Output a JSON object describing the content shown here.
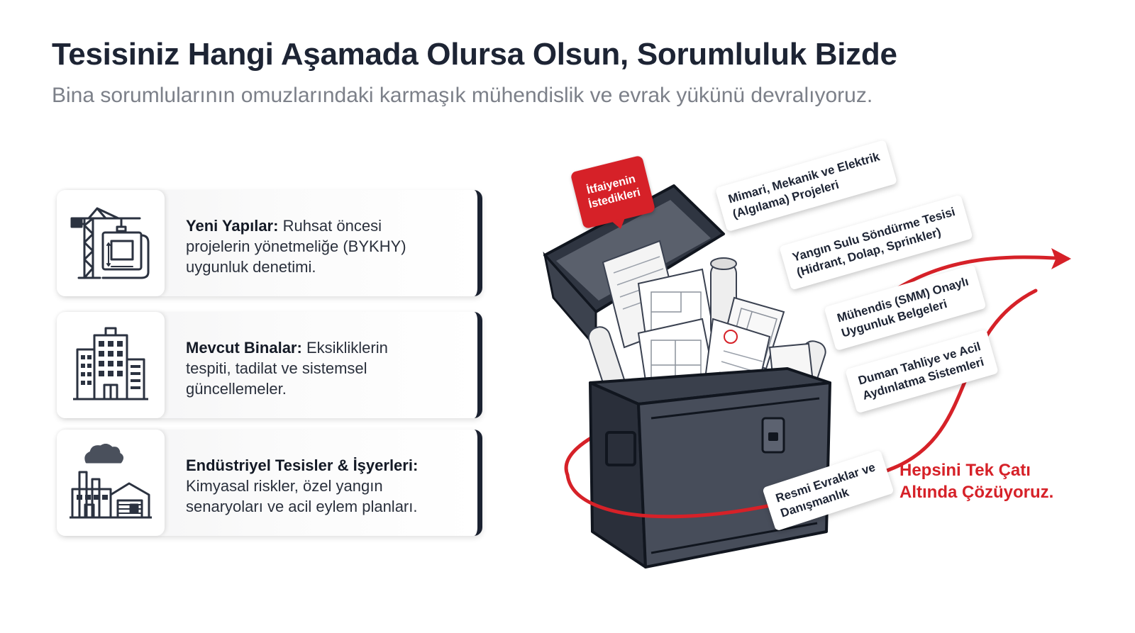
{
  "header": {
    "title": "Tesisiniz Hangi Aşamada Olursa Olsun, Sorumluluk Bizde",
    "subtitle": "Bina sorumlularının omuzlarındaki karmaşık mühendislik ve evrak yükünü devralıyoruz."
  },
  "cards": [
    {
      "icon": "crane-blueprint-icon",
      "heading": "Yeni Yapılar:",
      "line1_rest": " Ruhsat öncesi",
      "line2": "projelerin yönetmeliğe (BYKHY)",
      "line3": "uygunluk denetimi."
    },
    {
      "icon": "office-building-icon",
      "heading": "Mevcut Binalar:",
      "line1_rest": " Eksikliklerin",
      "line2": "tespiti, tadilat ve sistemsel",
      "line3": "güncellemeler."
    },
    {
      "icon": "factory-icon",
      "heading": "Endüstriyel Tesisler & İşyerleri:",
      "line1_rest": "",
      "line2": "Kimyasal riskler, özel yangın",
      "line3": "senaryoları ve acil eylem planları."
    }
  ],
  "diagram": {
    "badge": {
      "line1": "İtfaiyenin",
      "line2": "İstedikleri"
    },
    "tags": [
      {
        "line1": "Mimari, Mekanik ve Elektrik",
        "line2": "(Algılama) Projeleri"
      },
      {
        "line1": "Yangın Sulu Söndürme Tesisi",
        "line2": "(Hidrant, Dolap, Sprinkler)"
      },
      {
        "line1": "Mühendis (SMM) Onaylı",
        "line2": "Uygunluk Belgeleri"
      },
      {
        "line1": "Duman Tahliye ve Acil",
        "line2": "Aydınlatma Sistemleri"
      },
      {
        "line1": "Resmi Evraklar ve",
        "line2": "Danışmanlık"
      }
    ],
    "slogan": {
      "line1": "Hepsini Tek Çatı",
      "line2": "Altında Çözüyoruz."
    }
  },
  "colors": {
    "accent_red": "#d62128",
    "dark_navy": "#1b2231",
    "subtitle_gray": "#7c8089"
  }
}
